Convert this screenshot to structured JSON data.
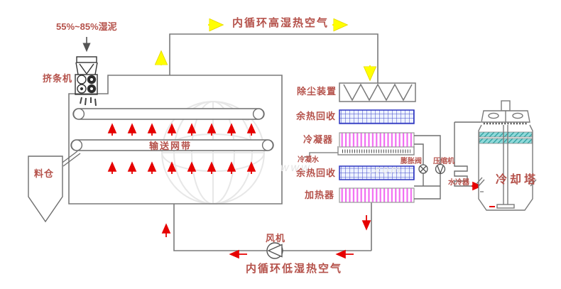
{
  "diagram": {
    "title_implicit": "sludge low-temperature drying system schematic",
    "labels": {
      "wet_sludge": "55%~85%湿泥",
      "extruder": "挤条机",
      "top_air": "内循环高湿热空气",
      "dust_device": "除尘装置",
      "heat_recovery_1": "余热回收",
      "condenser": "冷凝器",
      "condensate_water": "冷凝水",
      "expansion_valve": "膨胀阀",
      "compressor": "压缩机",
      "water_cooler": "水冷器",
      "heat_recovery_2": "余热回收",
      "heater": "加热器",
      "cooling_tower": "冷却塔",
      "conveyor_belt": "输送网带",
      "material_bin": "料仓",
      "fan": "风机",
      "bottom_air": "内循环低湿热空气"
    },
    "watermark": {
      "reg": "®",
      "www": "www",
      "com": ".com"
    },
    "colors": {
      "label_text": "#b5524b",
      "line_gray": "#7a7a7a",
      "arrow_red": "#e60000",
      "arrow_yellow": "#ffff00",
      "exchanger_blue": "#3d46c8",
      "exchanger_pink": "#f26df2",
      "tower_fill_cyan": "#8fd9d9"
    }
  }
}
